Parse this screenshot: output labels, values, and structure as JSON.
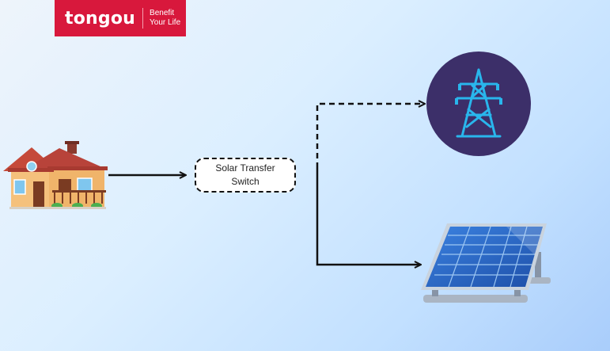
{
  "logo": {
    "brand": "tongou",
    "tagline_line1": "Benefit",
    "tagline_line2": "Your Life"
  },
  "diagram": {
    "switch_line1": "Solar Transfer",
    "switch_line2": "Switch",
    "nodes": [
      "house-icon",
      "power-tower-icon",
      "solar-panel-icon"
    ],
    "colors": {
      "brand": "#d8183c",
      "tower_circle": "#3c2f69",
      "tower": "#29b6ec",
      "panel": "#2f6fd0",
      "house_wall": "#f5c17c",
      "house_roof": "#c54a3a"
    }
  }
}
